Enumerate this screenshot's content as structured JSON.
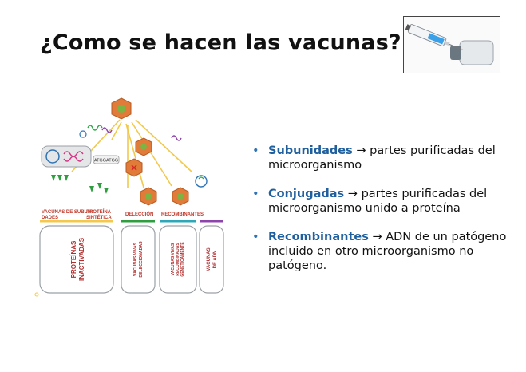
{
  "slide": {
    "title": "¿Como se hacen las vacunas?"
  },
  "diagram": {
    "gene_tag": "ATGGATGG",
    "categories": [
      "VACUNAS DE SUBUNI-DADES",
      "PROTEÍNA SINTÉTICA",
      "DELECCIÓN",
      "RECOMBINANTES"
    ],
    "columns": [
      "PROTEÍNAS INACTIVADAS",
      "VACUNAS VIVAS DELECCIONADAS",
      "VACUNAS VIVAS RECOMBINADAS GENÉTICAMENTE",
      "VACUNAS DE ADN"
    ]
  },
  "bullets": [
    {
      "term": "Subunidades",
      "arrow": "→",
      "text": "partes purificadas del microorganismo"
    },
    {
      "term": "Conjugadas",
      "arrow": "→",
      "text": "partes purificadas del microorganismo unido a proteína"
    },
    {
      "term": "Recombinantes",
      "arrow": "→",
      "text": "ADN de un patógeno incluido en otro microorganismo no patógeno."
    }
  ],
  "colors": {
    "bullet": "#2e74b5",
    "keyword": "#1f5f9e",
    "label_red": "#c0392b"
  }
}
